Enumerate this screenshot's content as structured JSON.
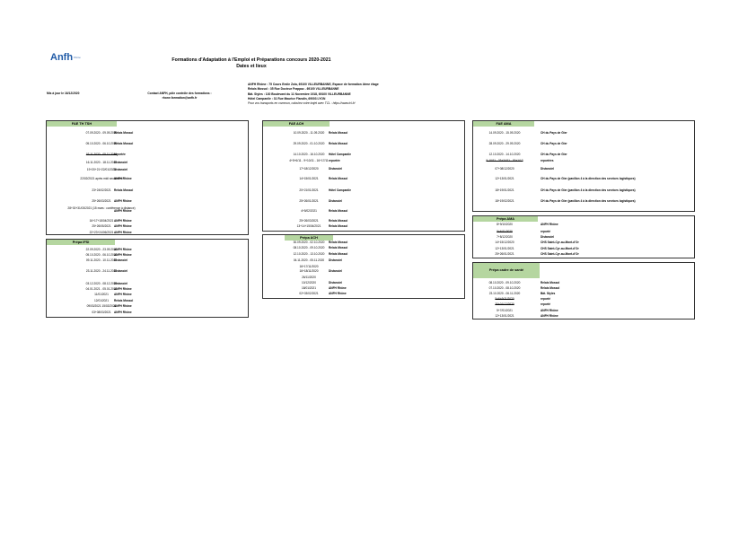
{
  "header": {
    "logo": "Anfh",
    "logo_sub": "Rhône",
    "title_line1": "Formations d'Adaptation à l'Emploi et Préparations concours 2020-2021",
    "title_line2": "Dates et lieux",
    "update": "Mis à jour le 16/12/2020",
    "contact_line1": "Contact ANFH, pôle contrôle des formations :",
    "contact_line2": "rhone.formation@anfh.fr",
    "addresses": [
      "ANFH Rhône : 75 Cours Emile Zola, 69100 VILLEURBANNE, Espace de formation 4ème étage",
      "Relais Mossol : 35 Rue Docteur Frappaz - 69100 VILLEURBANNE",
      "Bât. Styles : 130 Boulevard du 11 Novembre 1918, 69100 VILLEURBANNE",
      "Hôtel Campanile : 31 Rue Maurice Flandin, 69003 LYON"
    ],
    "transport_note": "Pour vos transports en commun, calculez votre trajet avec TCL : https://www.tcl.fr/"
  },
  "blocks": [
    {
      "id": "fae-th-tsh",
      "title": "FAE TH TSH",
      "rows": [
        {
          "date": "07.09.2020 - 09.09.2020",
          "lieu": "Relais Mossol"
        },
        {
          "date": "05.10.2020 - 06.10.2020",
          "lieu": "Relais Mossol"
        },
        {
          "date": "03.11.2020 - 05.11.2020",
          "lieu": "reportée",
          "strike": true
        },
        {
          "date": "16.11.2020 - 18.11.2020",
          "lieu": "Distanciel"
        },
        {
          "date": "19+20+21+22/01/2021",
          "lieu": "Distanciel"
        },
        {
          "date": "22/02/2021 après midi seulement",
          "lieu": "ANFH Rhône"
        },
        {
          "date": "23+24/02/2021",
          "lieu": "Relais Mossol"
        },
        {
          "date": "25+26/03/2021",
          "lieu": "ANFH Rhône"
        },
        {
          "date": "28+30+31/03/2021 (15 mars : conférence à distance)",
          "lieu": "ANFH Rhône"
        },
        {
          "date": "16+17+18/04/2021",
          "lieu": "ANFH Rhône"
        },
        {
          "date": "25+26/05/2021",
          "lieu": "ANFH Rhône"
        },
        {
          "date": "22+23+24/06/2021",
          "lieu": "ANFH Rhône"
        }
      ]
    },
    {
      "id": "prepa-ifsi",
      "title": "Prépa IFSI",
      "rows": [
        {
          "date": "22.09.2020 - 23.09.2020",
          "lieu": "ANFH Rhône"
        },
        {
          "date": "05.10.2020 - 06.10.2020",
          "lieu": "ANFH Rhône"
        },
        {
          "date": "09.11.2020 - 10.11.2020",
          "lieu": "Distanciel"
        },
        {
          "date": "23.11.2020 - 24.11.2020",
          "lieu": "Distanciel"
        },
        {
          "date": "03.12.2020 - 08.12.2020",
          "lieu": "Distanciel"
        },
        {
          "date": "04.01.2021 - 05.01.2021",
          "lieu": "ANFH Rhône"
        },
        {
          "date": "11/01/2021",
          "lieu": "ANFH Rhône"
        },
        {
          "date": "12/01/2021",
          "lieu": "Relais Mossol"
        },
        {
          "date": "09/03/2021 15/02/2021",
          "lieu": "ANFH Rhône"
        },
        {
          "date": "03+08/03/2021",
          "lieu": "ANFH Rhône"
        }
      ]
    },
    {
      "id": "fae-ach",
      "title": "FAE ACH",
      "rows": [
        {
          "date": "10.09.2020 - 11.09.2020",
          "lieu": "Relais Mossol"
        },
        {
          "date": "29.09.2020 - 01.10.2020",
          "lieu": "Relais Mossol"
        },
        {
          "date": "14.10.2020 - 16.10.2020",
          "lieu": "Hôtel Campanile"
        },
        {
          "date": "4+5+6/11 - 9+10/11 - 16+17/11",
          "lieu": "reportée"
        },
        {
          "date": "17+18/12/2020",
          "lieu": "Distanciel"
        },
        {
          "date": "14+15/01/2021",
          "lieu": "Relais Mossol"
        },
        {
          "date": "20+21/01/2021",
          "lieu": "Hôtel Campanile"
        },
        {
          "date": "25+26/01/2021",
          "lieu": "Distanciel"
        },
        {
          "date": "4+5/02/2021",
          "lieu": "Relais Mossol"
        },
        {
          "date": "25+26/03/2021",
          "lieu": "Relais Mossol"
        },
        {
          "date": "13+14+15/04/2021",
          "lieu": "Relais Mossol"
        }
      ]
    },
    {
      "id": "prepa-ach",
      "title": "Prépa ACH",
      "rows": [
        {
          "date": "30.09.2020 - 02.10.2020",
          "lieu": "Relais Mossol"
        },
        {
          "date": "08.10.2020 - 09.10.2020",
          "lieu": "Relais Mossol"
        },
        {
          "date": "12.10.2020 - 13.10.2020",
          "lieu": "Relais Mossol"
        },
        {
          "date": "04.11.2020 - 05.11.2020",
          "lieu": "Distanciel"
        },
        {
          "date": "16+17/11/2020",
          "lieu": ""
        },
        {
          "date": "16+18/11/2020",
          "lieu": "Distanciel"
        },
        {
          "date": "26/11/2020",
          "lieu": ""
        },
        {
          "date": "10/12/2020",
          "lieu": "Distanciel"
        },
        {
          "date": "18/01/2021",
          "lieu": "ANFH Rhône"
        },
        {
          "date": "02+03/02/2021",
          "lieu": "ANFH Rhône"
        }
      ]
    },
    {
      "id": "fae-ama",
      "title": "FAE AMA",
      "rows": [
        {
          "date": "14.09.2020 - 15.09.2020",
          "lieu": "CH du Pays de Gier"
        },
        {
          "date": "28.09.2020 - 29.09.2020",
          "lieu": "CH du Pays de Gier"
        },
        {
          "date": "12.10.2020 - 14.10.2020",
          "lieu": "CH du Pays de Gier"
        },
        {
          "date": "9-10/11 - 23+24/11 - 30+1/12",
          "lieu": "reportées",
          "strike": true
        },
        {
          "date": "07+08/12/2020",
          "lieu": "Distanciel"
        },
        {
          "date": "12+13/01/2021",
          "lieu": "CH du Pays de Gier (pavillon 4 à la direction des services logistiques)"
        },
        {
          "date": "18+19/01/2021",
          "lieu": "CH du Pays de Gier (pavillon 4 à la direction des services logistiques)"
        },
        {
          "date": "18+19/02/2021",
          "lieu": "CH du Pays de Gier (pavillon 4 à la direction des services logistiques)"
        }
      ]
    },
    {
      "id": "prepa-ama",
      "title": "Prépa AMA",
      "rows": [
        {
          "date": "8+9/10/2020",
          "lieu": "ANFH Rhône"
        },
        {
          "date": "5+6/11/2020",
          "lieu": "reporté",
          "strike": true
        },
        {
          "date": "7+8/12/2020",
          "lieu": "Distanciel"
        },
        {
          "date": "14+15/12/2020",
          "lieu": "CHS Saint-Cyr-au-Mont-d'Or"
        },
        {
          "date": "12+13/01/2021",
          "lieu": "CHS Saint-Cyr-au-Mont-d'Or"
        },
        {
          "date": "25+26/01/2021",
          "lieu": "CHS Saint-Cyr-au-Mont-d'Or"
        }
      ]
    },
    {
      "id": "prepa-cadre-sante",
      "title": "Prépa cadre de santé",
      "rows": [
        {
          "date": "08.10.2020 - 09.10.2020",
          "lieu": "Relais Mossol"
        },
        {
          "date": "07.10.2020 - 08.10.2020",
          "lieu": "Relais Mossol"
        },
        {
          "date": "23.10.2020 - 06.11.2020",
          "lieu": "Bât. Styles"
        },
        {
          "date": "5+6+9/11/2020",
          "lieu": "reporté",
          "strike": true
        },
        {
          "date": "30+01/12/2020",
          "lieu": "reporté",
          "strike": true
        },
        {
          "date": "5+7/01/2021",
          "lieu": "ANFH Rhône"
        },
        {
          "date": "12+13/01/2021",
          "lieu": "ANFH Rhône"
        }
      ]
    }
  ]
}
